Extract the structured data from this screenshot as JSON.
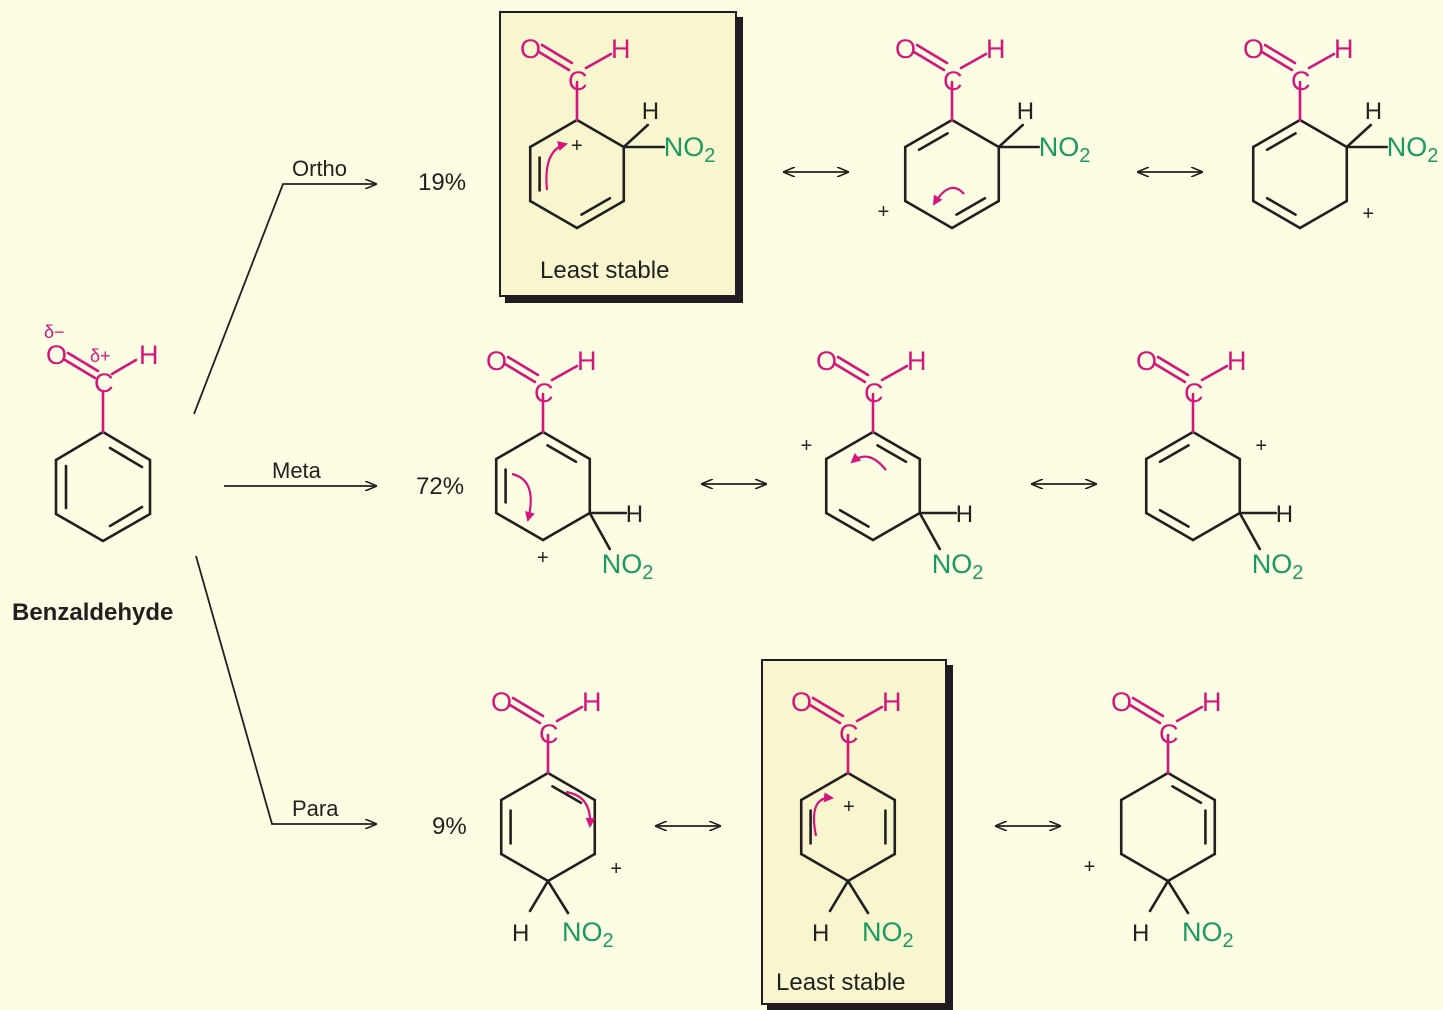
{
  "colors": {
    "background": "#fdfde3",
    "box": "#f8f6cf",
    "oxygen_carbonyl": "#d6147c",
    "nitro": "#1a9a62",
    "bond": "#231f20"
  },
  "starting_material": {
    "name": "Benzaldehyde",
    "delta_minus": "δ−",
    "delta_plus": "δ+"
  },
  "atoms": {
    "O": "O",
    "C": "C",
    "H": "H",
    "NO2": "NO",
    "NO2_sub": "2",
    "plus": "+"
  },
  "pathways": [
    {
      "label": "Ortho",
      "percent": "19%",
      "least_stable_label": "Least stable"
    },
    {
      "label": "Meta",
      "percent": "72%"
    },
    {
      "label": "Para",
      "percent": "9%",
      "least_stable_label": "Least stable"
    }
  ]
}
